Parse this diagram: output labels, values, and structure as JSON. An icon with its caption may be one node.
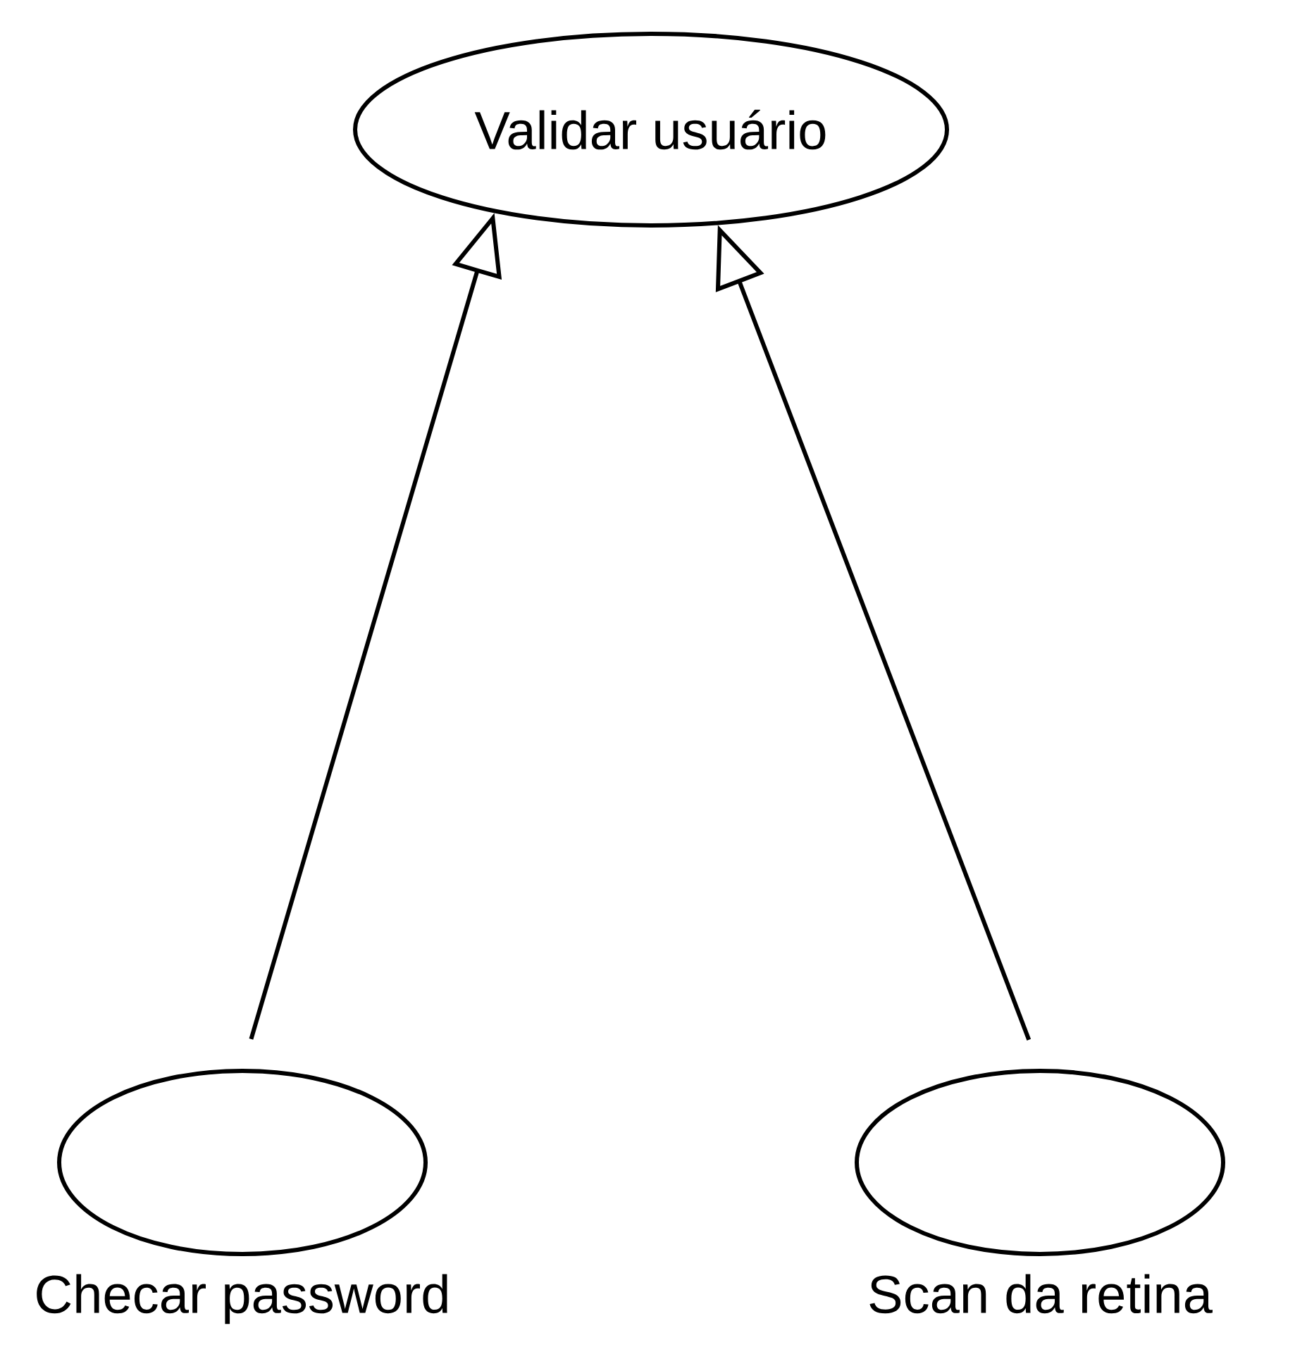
{
  "diagram": {
    "nodes": [
      {
        "text": [
          "Validar usuário"
        ]
      },
      {
        "text": [
          "Checar password"
        ]
      },
      {
        "text": [
          "Scan da retina"
        ]
      }
    ],
    "edges": [
      {
        "from": 1,
        "to": 0,
        "arrow": "to"
      },
      {
        "from": 2,
        "to": 0,
        "arrow": "to"
      }
    ]
  }
}
